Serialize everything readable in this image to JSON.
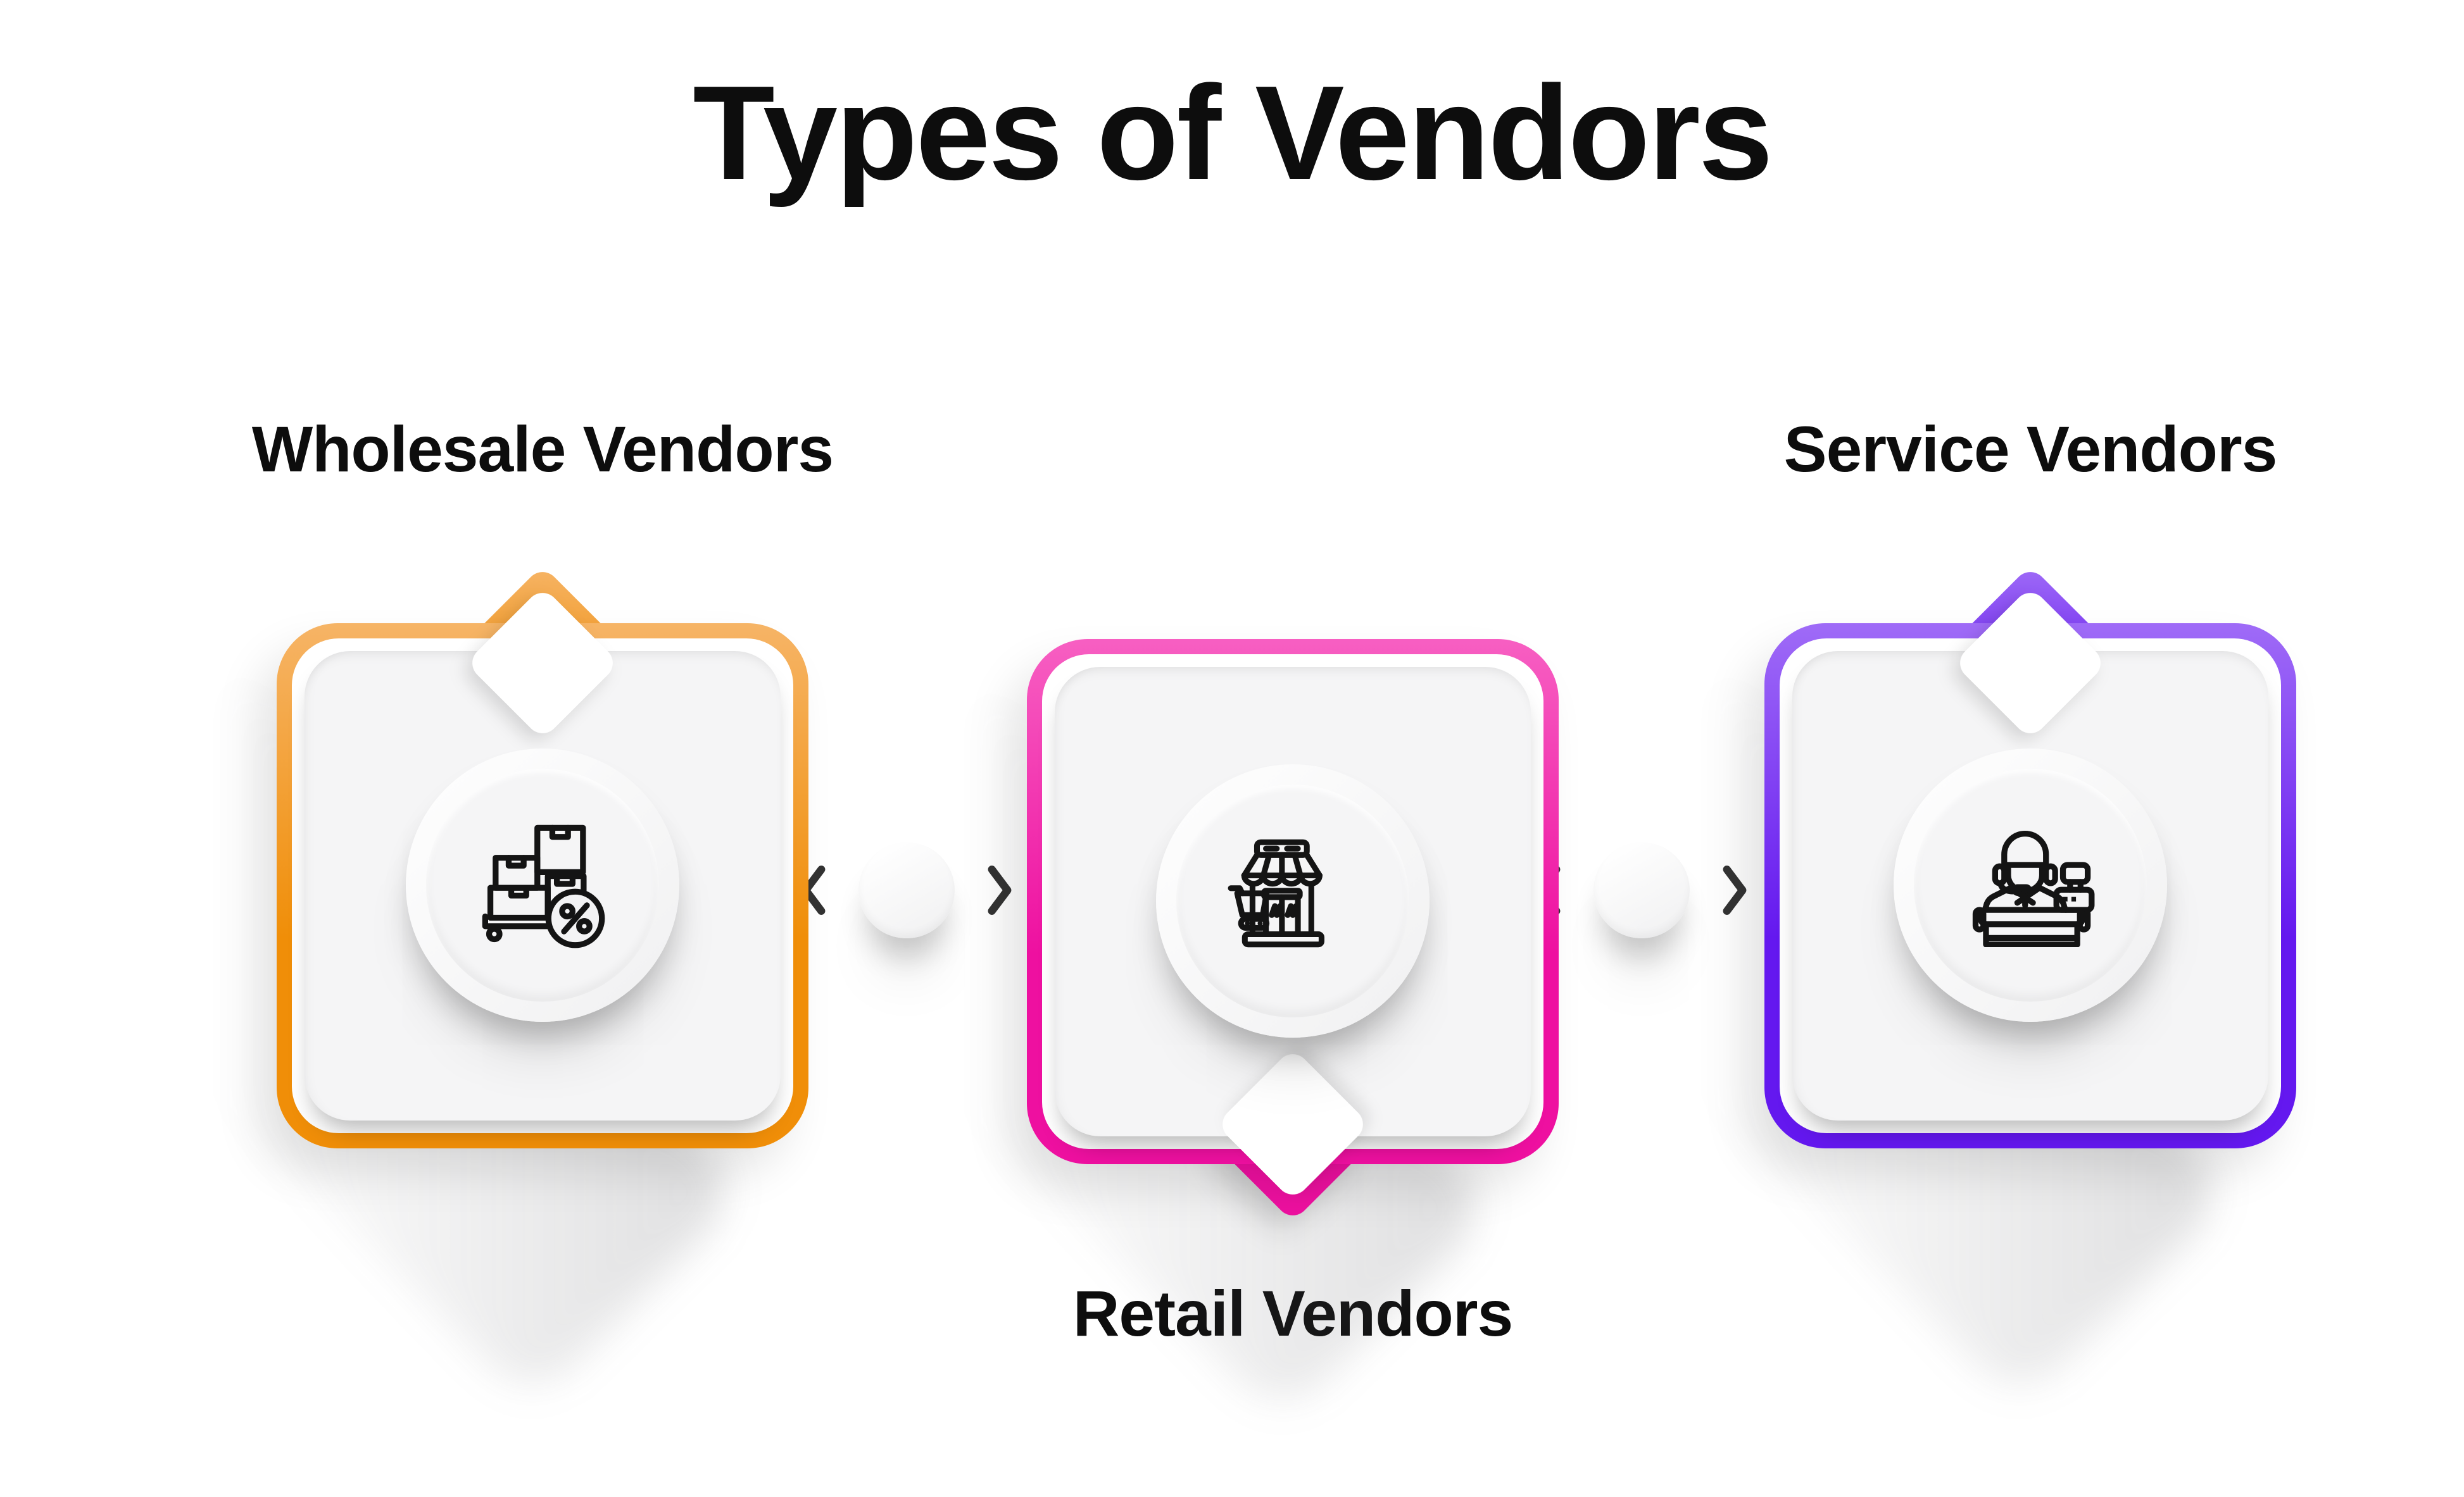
{
  "title": "Types of Vendors",
  "cards": [
    {
      "label": "Wholesale Vendors",
      "icon": "wholesale-boxes-trolley-discount-icon",
      "accent": "orange",
      "notch_position": "top",
      "label_position": "above"
    },
    {
      "label": "Retail Vendors",
      "icon": "retail-storefront-cart-icon",
      "accent": "pink",
      "notch_position": "bottom",
      "label_position": "below"
    },
    {
      "label": "Service Vendors",
      "icon": "service-support-agent-counter-icon",
      "accent": "purple",
      "notch_position": "top",
      "label_position": "above"
    }
  ],
  "connectors": [
    {
      "left_icon": "chevron-left-icon",
      "right_icon": "chevron-right-icon"
    },
    {
      "left_icon": "chevron-left-icon",
      "right_icon": "chevron-right-icon"
    }
  ],
  "colors": {
    "background": "#ffffff",
    "text": "#0d0d0d",
    "icon_stroke": "#141414",
    "chevron": "#333333",
    "panel": "#f5f5f6",
    "orange": "#f08e08",
    "orange_light": "#f6b466",
    "pink": "#ee10a0",
    "pink_light": "#f75fc2",
    "purple": "#6418ef",
    "purple_light": "#9f6bf7"
  }
}
